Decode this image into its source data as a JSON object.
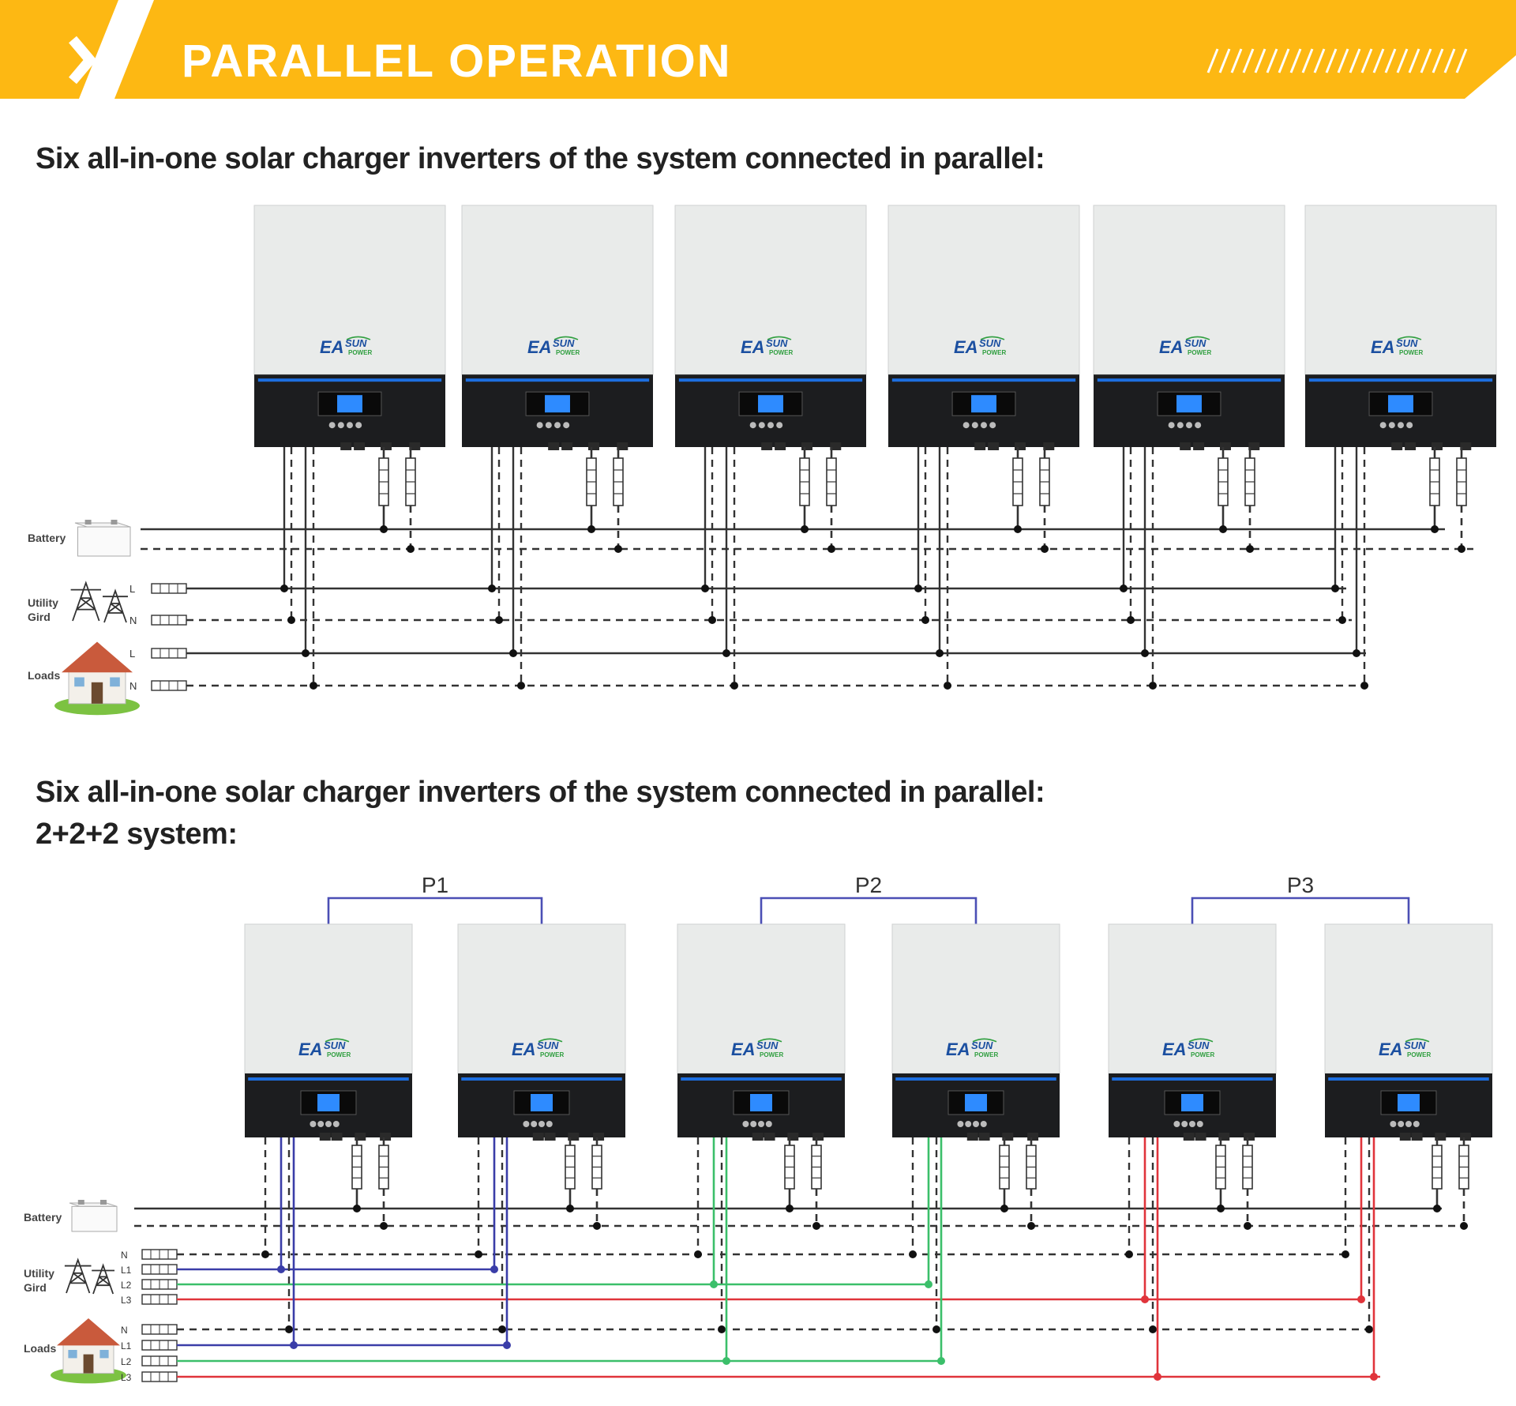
{
  "header": {
    "title": "PARALLEL OPERATION",
    "color": "#FDB813",
    "text_color": "#ffffff"
  },
  "section1": {
    "heading": "Six all-in-one solar charger inverters of the system connected in parallel:",
    "labels": {
      "battery": "Battery",
      "utility": "Utility Gird",
      "loads": "Loads"
    },
    "line_labels": {
      "utility": [
        "L",
        "N"
      ],
      "loads": [
        "L",
        "N"
      ]
    }
  },
  "section2": {
    "heading_line1": "Six all-in-one solar charger inverters of the system connected in parallel:",
    "heading_line2": "2+2+2 system:",
    "labels": {
      "battery": "Battery",
      "utility": "Utility Gird",
      "loads": "Loads"
    },
    "line_labels": {
      "utility": [
        "N",
        "L1",
        "L2",
        "L3"
      ],
      "loads": [
        "N",
        "L1",
        "L2",
        "L3"
      ]
    },
    "groups": [
      {
        "label": "P1",
        "color": "#3A3DA8"
      },
      {
        "label": "P2",
        "color": "#3BBF6A"
      },
      {
        "label": "P3",
        "color": "#E0343B"
      }
    ]
  },
  "inverter": {
    "brand_top": "EA",
    "brand_sun": "SUN",
    "brand_power": "POWER",
    "brand_color": "#1B4FA0",
    "brand_accent": "#2E9E3E"
  }
}
